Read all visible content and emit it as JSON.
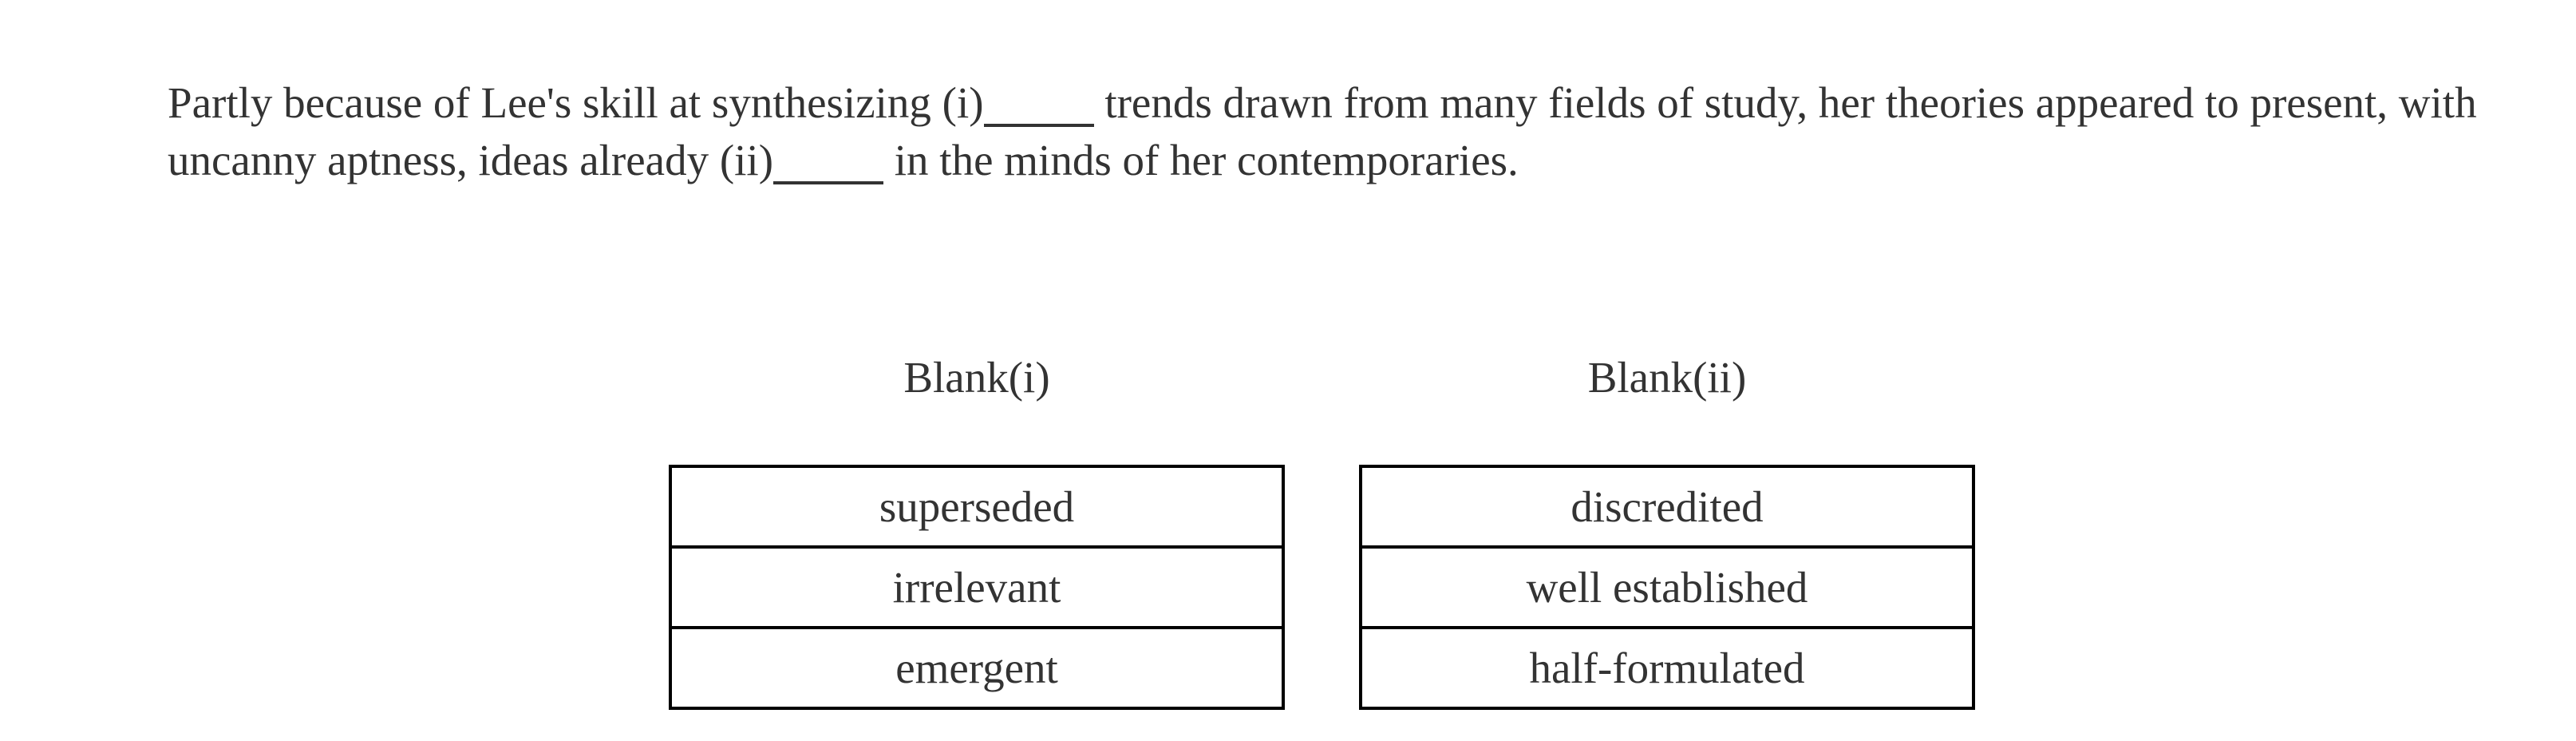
{
  "passage": {
    "part1": "Partly because of Lee's skill at synthesizing (i)",
    "part2": " trends drawn from many fields of study, her theories appeared to present, with uncanny aptness, ideas already (ii)",
    "part3": " in the minds of her contemporaries."
  },
  "blanks": [
    {
      "header": "Blank(i)",
      "options": [
        "superseded",
        "irrelevant",
        "emergent"
      ]
    },
    {
      "header": "Blank(ii)",
      "options": [
        "discredited",
        "well established",
        "half-formulated"
      ]
    }
  ],
  "colors": {
    "text": "#333333",
    "table_border": "#000000",
    "background": "#ffffff"
  }
}
